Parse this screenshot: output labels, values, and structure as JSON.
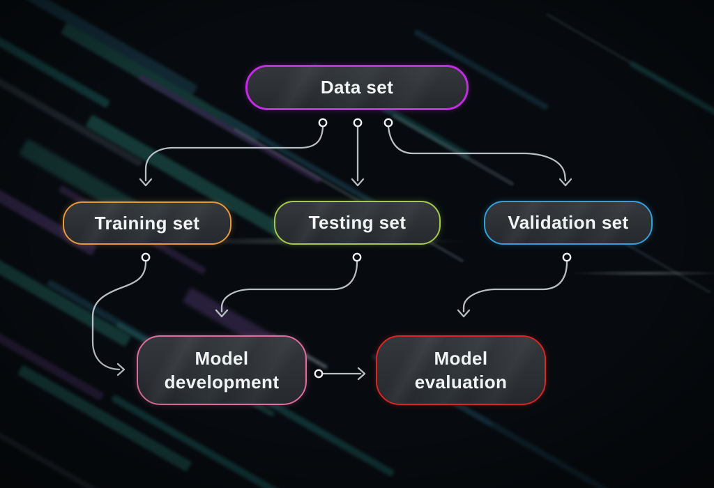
{
  "diagram": {
    "type": "flowchart",
    "topic": "Machine learning data set split workflow"
  },
  "colors": {
    "background": "#070b0f",
    "node_fill_top": "#34373b",
    "node_fill_bottom": "#26292d",
    "node_text": "#f3f4f6",
    "connector": "#c3c8cd",
    "dot_fill": "#0a0e12",
    "dot_ring": "#eef1f3"
  },
  "nodes": [
    {
      "id": "data-set",
      "label": "Data set",
      "border_color": "#c32ce3"
    },
    {
      "id": "training-set",
      "label": "Training set",
      "border_color": "#e8993d"
    },
    {
      "id": "testing-set",
      "label": "Testing set",
      "border_color": "#a5c94e"
    },
    {
      "id": "validation-set",
      "label": "Validation set",
      "border_color": "#369edb"
    },
    {
      "id": "model-development",
      "label": "Model development",
      "border_color": "#df6f9e"
    },
    {
      "id": "model-evaluation",
      "label": "Model evaluation",
      "border_color": "#dc2626"
    }
  ],
  "edges": [
    {
      "from": "data-set",
      "to": "training-set"
    },
    {
      "from": "data-set",
      "to": "testing-set"
    },
    {
      "from": "data-set",
      "to": "validation-set"
    },
    {
      "from": "training-set",
      "to": "model-development"
    },
    {
      "from": "testing-set",
      "to": "model-development"
    },
    {
      "from": "validation-set",
      "to": "model-evaluation"
    },
    {
      "from": "model-development",
      "to": "model-evaluation"
    }
  ]
}
